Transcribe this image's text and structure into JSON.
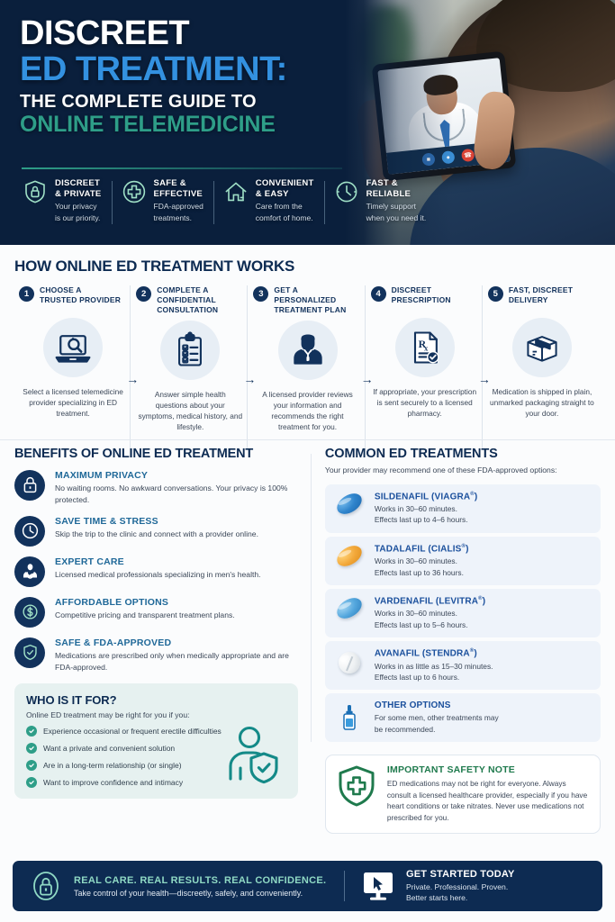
{
  "hero": {
    "title_line1": "DISCREET",
    "title_line2": "ED TREATMENT:",
    "title_line3": "THE COMPLETE GUIDE TO",
    "title_line4": "ONLINE TELEMEDICINE",
    "badges": [
      {
        "icon": "shield-lock-icon",
        "title_a": "DISCREET",
        "title_b": "& PRIVATE",
        "sub_a": "Your privacy",
        "sub_b": "is our priority."
      },
      {
        "icon": "medical-cross-icon",
        "title_a": "SAFE &",
        "title_b": "EFFECTIVE",
        "sub_a": "FDA-approved",
        "sub_b": "treatments."
      },
      {
        "icon": "home-icon",
        "title_a": "CONVENIENT",
        "title_b": "& EASY",
        "sub_a": "Care from the",
        "sub_b": "comfort of home."
      },
      {
        "icon": "clock-icon",
        "title_a": "FAST &",
        "title_b": "RELIABLE",
        "sub_a": "Timely support",
        "sub_b": "when you need it."
      }
    ]
  },
  "how": {
    "title": "HOW ONLINE ED TREATMENT WORKS",
    "arrow": "→",
    "steps": [
      {
        "num": "1",
        "icon": "laptop-search-icon",
        "title_a": "CHOOSE A",
        "title_b": "TRUSTED PROVIDER",
        "title_c": "",
        "desc": "Select a licensed telemedicine provider specializing in ED treatment."
      },
      {
        "num": "2",
        "icon": "clipboard-checklist-icon",
        "title_a": "COMPLETE A",
        "title_b": "CONFIDENTIAL",
        "title_c": "CONSULTATION",
        "desc": "Answer simple health questions about your symptoms, medical history, and lifestyle."
      },
      {
        "num": "3",
        "icon": "doctor-icon",
        "title_a": "GET A PERSONALIZED",
        "title_b": "TREATMENT PLAN",
        "title_c": "",
        "desc": "A licensed provider reviews your information and recommends the right treatment for you."
      },
      {
        "num": "4",
        "icon": "prescription-icon",
        "title_a": "DISCREET",
        "title_b": "PRESCRIPTION",
        "title_c": "",
        "desc": "If appropriate, your prescription is sent securely to a licensed pharmacy."
      },
      {
        "num": "5",
        "icon": "package-box-icon",
        "title_a": "FAST, DISCREET",
        "title_b": "DELIVERY",
        "title_c": "",
        "desc": "Medication is shipped in plain, unmarked packaging straight to your door."
      }
    ]
  },
  "benefits": {
    "title": "BENEFITS OF ONLINE ED TREATMENT",
    "items": [
      {
        "icon": "padlock-icon",
        "title": "MAXIMUM PRIVACY",
        "desc": "No waiting rooms. No awkward conversations. Your privacy is 100% protected."
      },
      {
        "icon": "clock-icon",
        "title": "SAVE TIME & STRESS",
        "desc": "Skip the trip to the clinic and connect with a provider online."
      },
      {
        "icon": "doctor-badge-icon",
        "title": "EXPERT CARE",
        "desc": "Licensed medical professionals specializing in men's health."
      },
      {
        "icon": "dollar-circle-icon",
        "title": "AFFORDABLE OPTIONS",
        "desc": "Competitive pricing and transparent treatment plans."
      },
      {
        "icon": "shield-check-icon",
        "title": "SAFE & FDA-APPROVED",
        "desc": "Medications are prescribed only when medically appropriate and are FDA-approved."
      }
    ]
  },
  "who": {
    "title": "WHO IS IT FOR?",
    "intro": "Online ED treatment may be right for you if you:",
    "items": [
      "Experience occasional or frequent erectile difficulties",
      "Want a private and convenient solution",
      "Are in a long-term relationship (or single)",
      "Want to improve confidence and intimacy"
    ],
    "art_icon": "person-shield-check-icon"
  },
  "treatments": {
    "title": "COMMON ED TREATMENTS",
    "subtitle": "Your provider may recommend one of these FDA-approved options:",
    "items": [
      {
        "icon": "blue-oval-pill-icon",
        "name": "SILDENAFIL (VIAGRA",
        "reg": "®",
        "name_end": ")",
        "line1": "Works in 30–60 minutes.",
        "line2": "Effects last up to 4–6 hours."
      },
      {
        "icon": "orange-oval-pill-icon",
        "name": "TADALAFIL (CIALIS",
        "reg": "®",
        "name_end": ")",
        "line1": "Works in 30–60 minutes.",
        "line2": "Effects last up to 36 hours."
      },
      {
        "icon": "light-blue-oval-pill-icon",
        "name": "VARDENAFIL (LEVITRA",
        "reg": "®",
        "name_end": ")",
        "line1": "Works in 30–60 minutes.",
        "line2": "Effects last up to 5–6 hours."
      },
      {
        "icon": "white-round-pill-icon",
        "name": "AVANAFIL (STENDRA",
        "reg": "®",
        "name_end": ")",
        "line1": "Works in as little as 15–30 minutes.",
        "line2": "Effects last up to 6 hours."
      },
      {
        "icon": "dropper-bottle-icon",
        "name": "OTHER OPTIONS",
        "reg": "",
        "name_end": "",
        "line1": "For some men, other treatments may",
        "line2": "be recommended."
      }
    ]
  },
  "safety": {
    "icon": "shield-cross-icon",
    "title": "IMPORTANT SAFETY NOTE",
    "desc": "ED medications may not be right for everyone. Always consult a licensed healthcare provider, especially if you have heart conditions or take nitrates. Never use medications not prescribed for you."
  },
  "footer": {
    "lock_icon": "padlock-outline-icon",
    "headline": "REAL CARE. REAL RESULTS. REAL CONFIDENCE.",
    "subline": "Take control of your health—discreetly, safely, and conveniently.",
    "monitor_icon": "monitor-cursor-icon",
    "cta_title": "GET STARTED TODAY",
    "cta_line1": "Private. Professional. Proven.",
    "cta_line2": "Better starts here."
  },
  "colors": {
    "navy": "#0d2b52",
    "deep_navy": "#0a1f3c",
    "accent_blue": "#3391E0",
    "teal": "#2E9E88",
    "link_blue": "#1f6898",
    "pill_blue": "#2f84cc",
    "pill_orange": "#f2a83a",
    "green": "#1f7a4d"
  }
}
